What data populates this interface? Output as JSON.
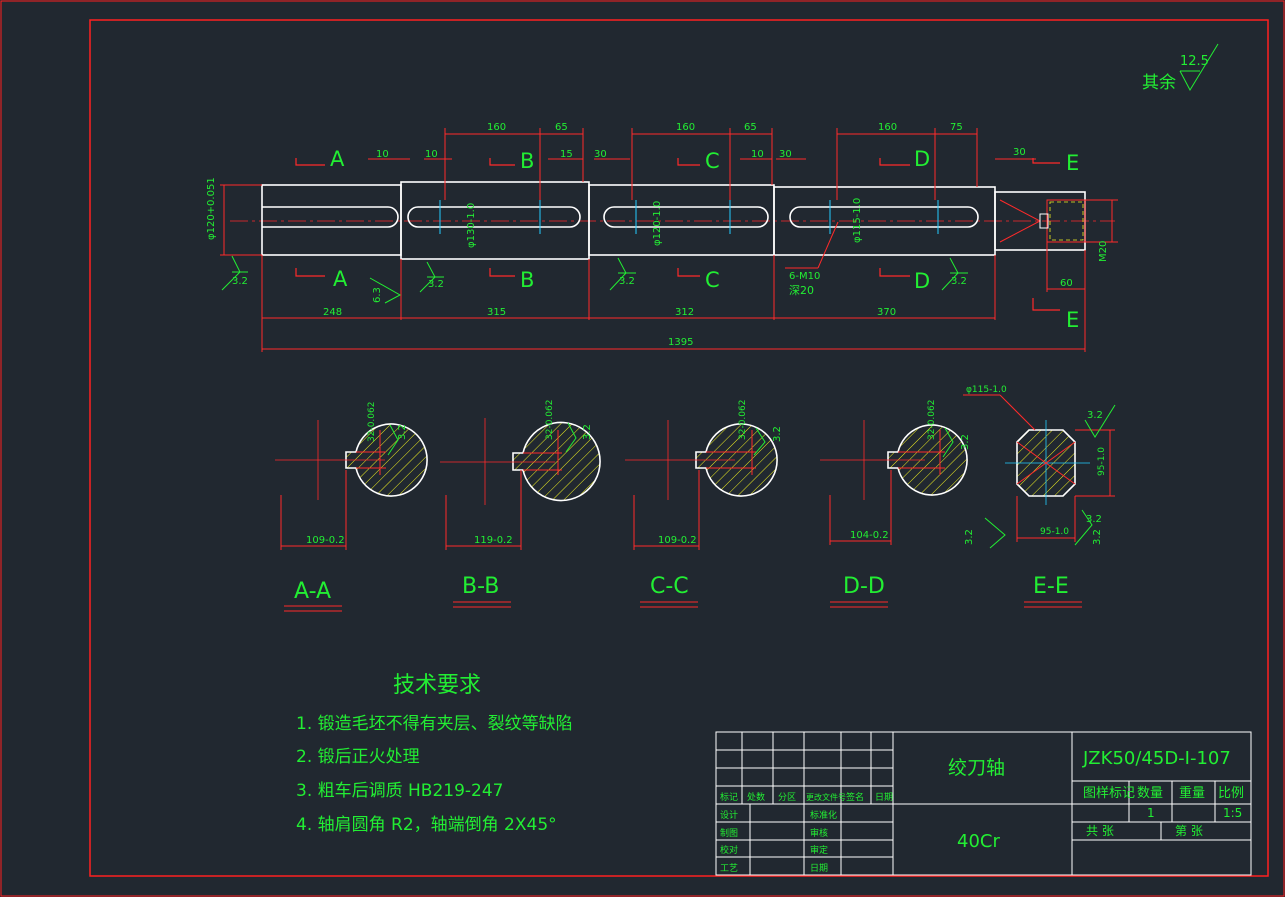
{
  "colors": {
    "background": "#212830",
    "frame": "#ff2020",
    "outline": "#ffffff",
    "dimension": "#ff2a2a",
    "text": "#22ee33",
    "center": "#22ccff",
    "hatch": "#f0f020"
  },
  "surface_finish": {
    "other_label": "其余",
    "other_value": "12.5",
    "value": "3.2",
    "value_shoulder": "6.3"
  },
  "section_markers": {
    "a": "A",
    "b": "B",
    "c": "C",
    "d": "D",
    "e": "E"
  },
  "top_dims": {
    "a1": "10",
    "a2": "10",
    "b_len": "160",
    "b_end": "65",
    "b_gap": "15",
    "b_gap2": "30",
    "c_len": "160",
    "c_end": "65",
    "c_gap": "10",
    "c_gap2": "30",
    "d_len": "160",
    "d_end": "75",
    "e_gap": "30"
  },
  "bottom_dims": {
    "seg1": "248",
    "seg2": "315",
    "seg3": "312",
    "seg4": "370",
    "total": "1395",
    "end_len": "60"
  },
  "diameters": {
    "d120_left": "φ120+0.051",
    "d130": "φ130-1.0",
    "d120_mid": "φ120-1.0",
    "d115": "φ115-1.0",
    "m20": "M20"
  },
  "hole_callout": {
    "thread": "6-M10",
    "depth": "深20"
  },
  "sections": [
    {
      "name": "A-A",
      "width": "109-0.2",
      "key": "32-0.062"
    },
    {
      "name": "B-B",
      "width": "119-0.2",
      "key": "32-0.062"
    },
    {
      "name": "C-C",
      "width": "109-0.2",
      "key": "32-0.062"
    },
    {
      "name": "D-D",
      "width": "104-0.2",
      "key": "32-0.062"
    },
    {
      "name": "E-E",
      "width": "95-1.0",
      "key": "95-1.0",
      "dia": "φ115-1.0"
    }
  ],
  "tech_requirements": {
    "title": "技术要求",
    "items": [
      "1.  锻造毛坯不得有夹层、裂纹等缺陷",
      "2.  锻后正火处理",
      "3.  粗车后调质 HB219-247",
      "4.  轴肩圆角 R2，轴端倒角 2X45°"
    ]
  },
  "title_block": {
    "part_name": "绞刀轴",
    "material": "40Cr",
    "drawing_no": "JZK50/45D-I-107",
    "headers": [
      "标记",
      "处数",
      "分区",
      "更改文件号",
      "签名",
      "日期"
    ],
    "rows_left": [
      "设计",
      "制图",
      "校对",
      "工艺"
    ],
    "rows_mid": [
      "标准化",
      "审核",
      "审定",
      "日期"
    ],
    "meta_labels": [
      "图样标记",
      "数量",
      "重量",
      "比例"
    ],
    "quantity": "1",
    "scale": "1:5",
    "sheet_total": "共    张",
    "sheet_no": "第    张"
  }
}
